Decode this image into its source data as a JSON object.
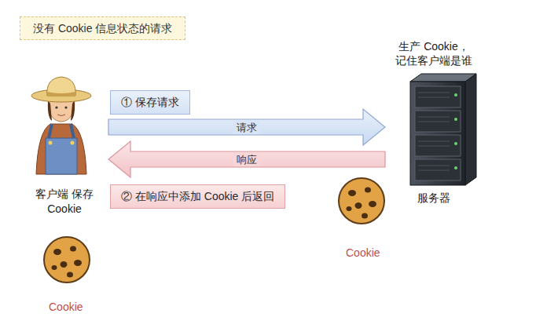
{
  "diagram": {
    "title": "没有 Cookie 信息状态的请求",
    "nodes": [
      {
        "text": [
          "客户端 保存 Cookie"
        ]
      },
      {
        "text": [
          "生产 Cookie， 记住客户端是谁",
          "服务器"
        ]
      },
      {
        "text": [
          "① 保存请求"
        ]
      },
      {
        "text": [
          "② 在响应中添加 Cookie 后返回"
        ]
      }
    ],
    "edges": [
      {
        "from": 0,
        "to": 1,
        "label": "请求",
        "arrow": "to"
      },
      {
        "from": 1,
        "to": 0,
        "label": "响应",
        "arrow": "to"
      }
    ],
    "labels": [
      "Cookie",
      "Cookie"
    ]
  }
}
